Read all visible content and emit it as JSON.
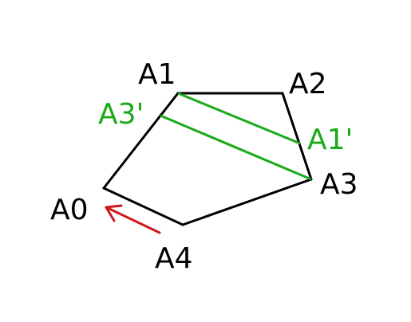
{
  "diagram": {
    "vertex_labels": {
      "a0": "A0",
      "a1": "A1",
      "a2": "A2",
      "a3": "A3",
      "a4": "A4"
    },
    "secondary_labels": {
      "a3_prime": "A3'",
      "a1_prime": "A1'"
    },
    "colors": {
      "polygon": "#000000",
      "green_lines": "#1aaa1a",
      "arrow": "#d01818",
      "label_text": "#000000",
      "secondary_text": "#1aaa1a"
    }
  }
}
